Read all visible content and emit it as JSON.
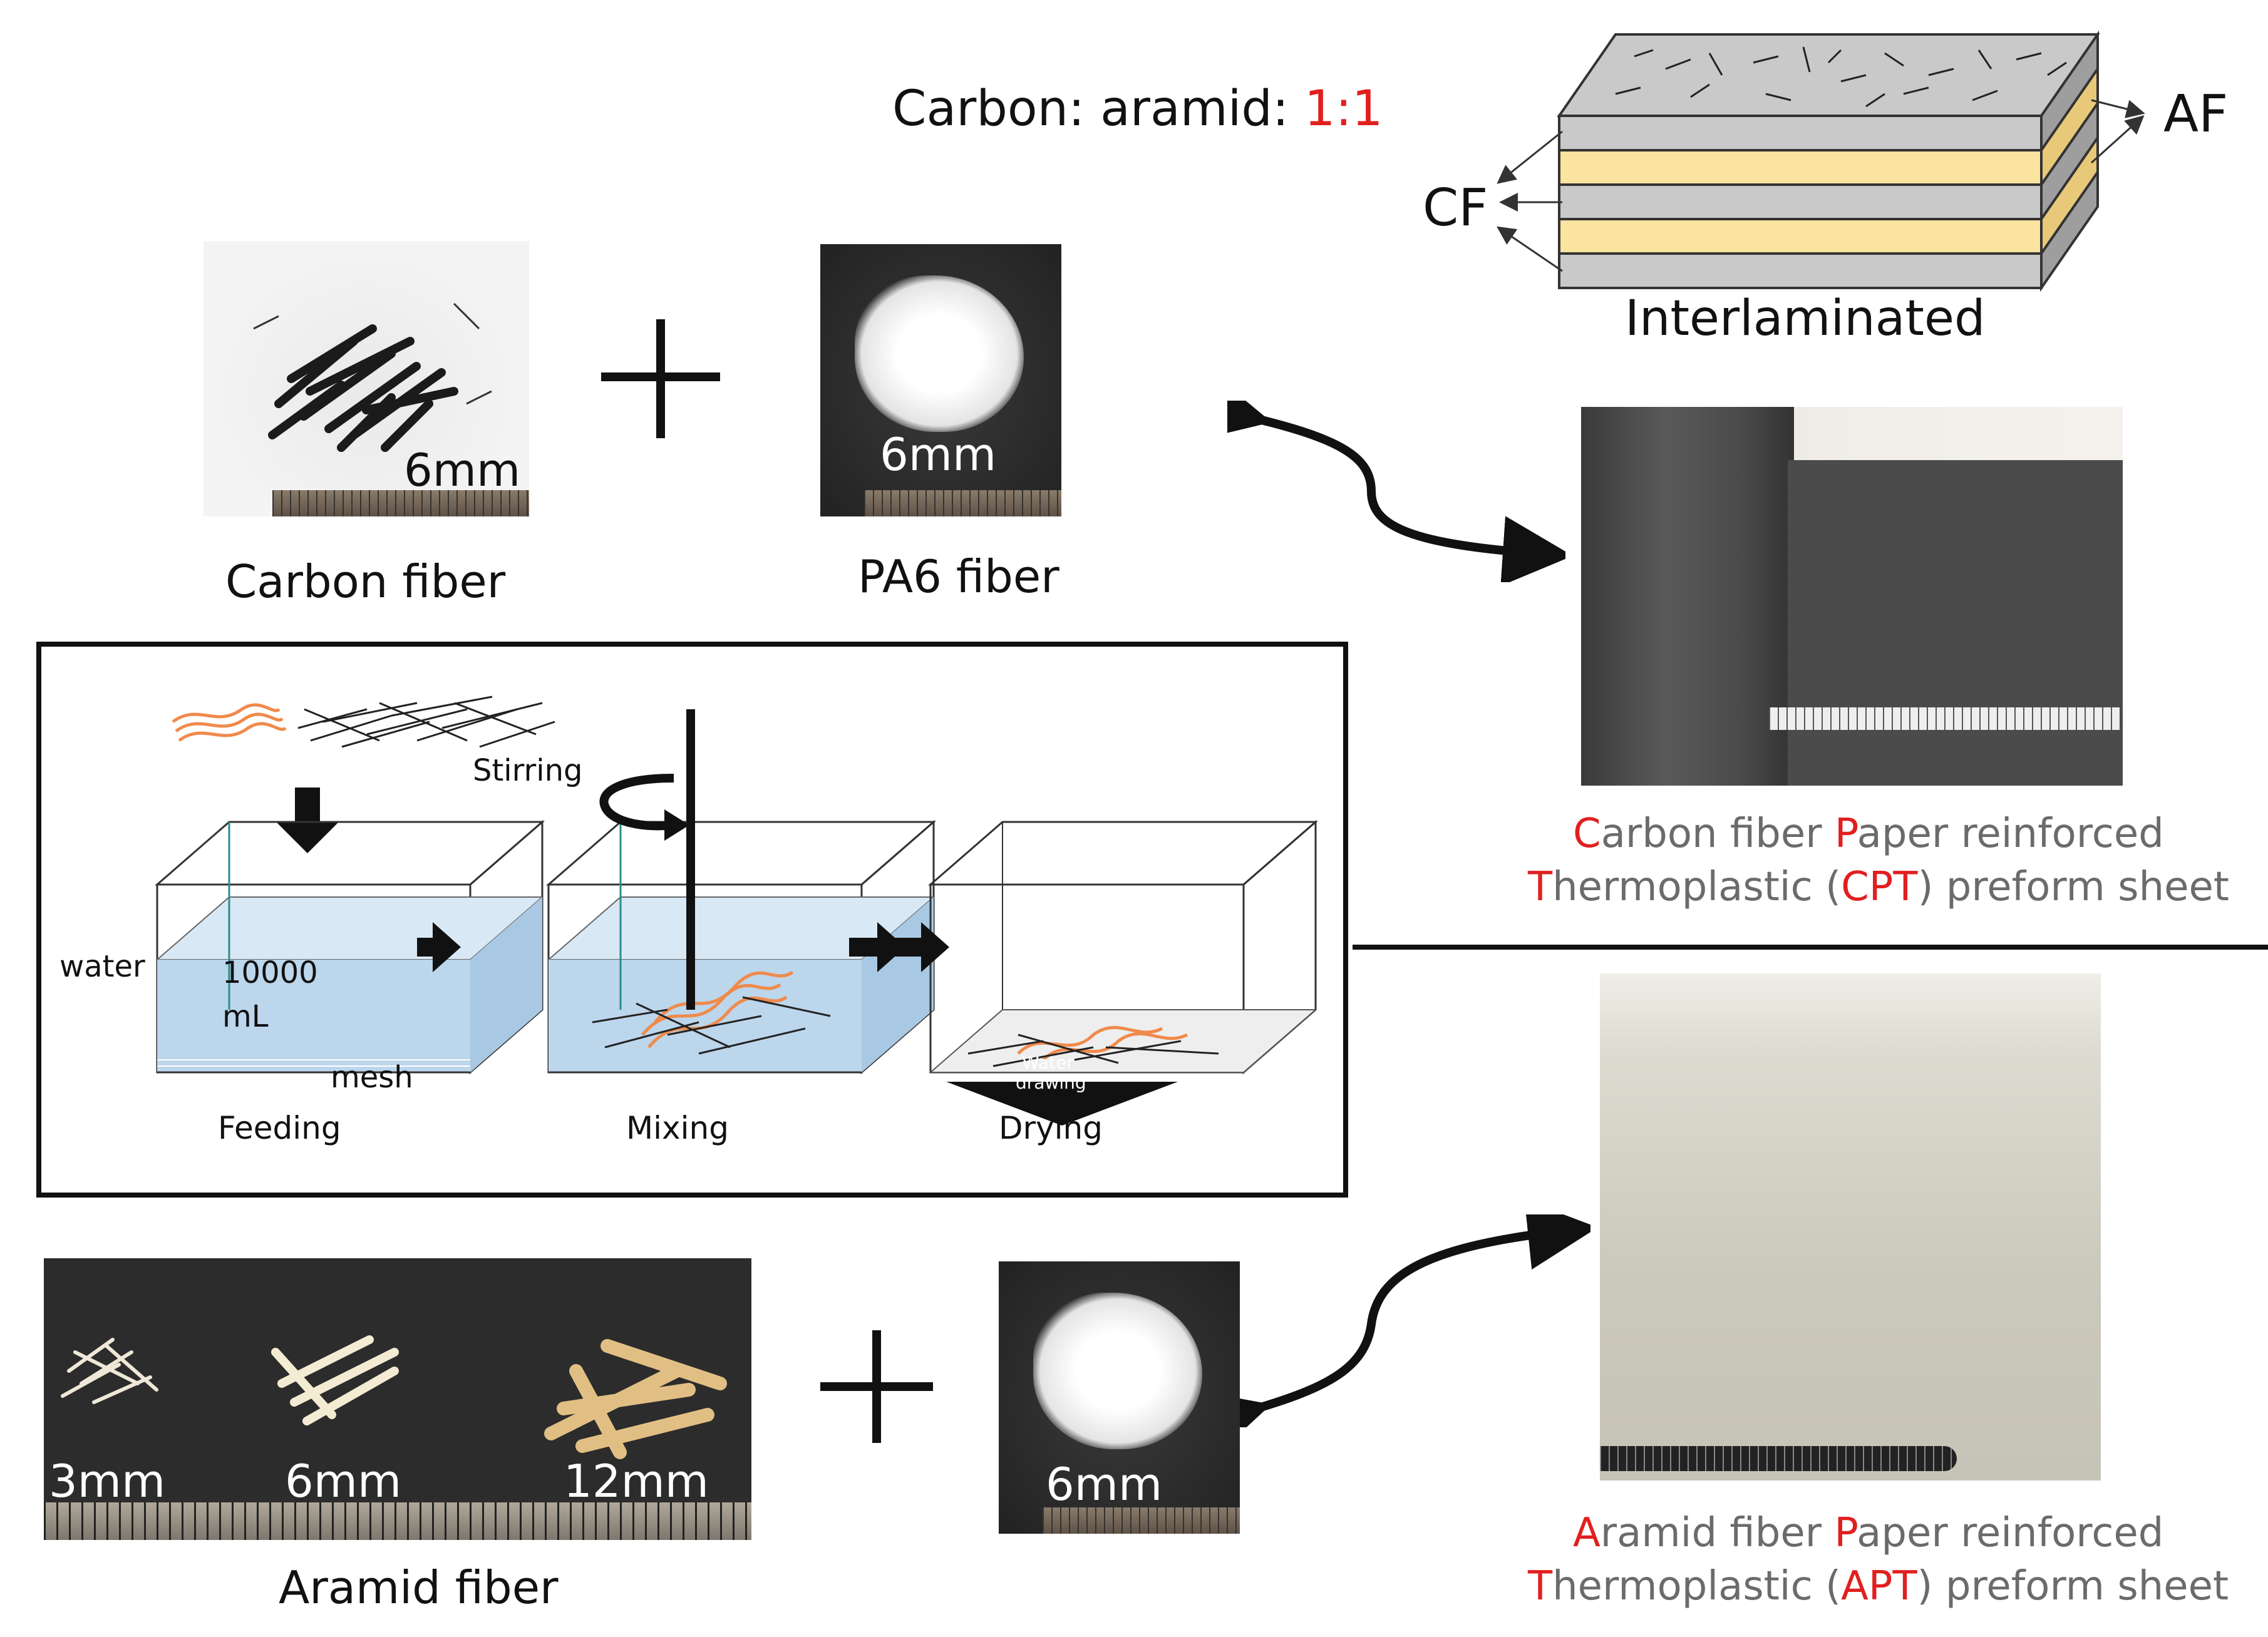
{
  "ratio": {
    "prefix": "Carbon: aramid: ",
    "value": "1:1"
  },
  "laminate": {
    "cf_label": "CF",
    "af_label": "AF",
    "caption": "Interlaminated"
  },
  "carbon_fiber": {
    "size": "6mm",
    "caption": "Carbon fiber"
  },
  "pa6_fiber": {
    "size": "6mm",
    "caption": "PA6 fiber"
  },
  "cpt_sheet": {
    "line1_letter1": "C",
    "line1_part1": "arbon fiber ",
    "line1_letter2": "P",
    "line1_part2": "aper reinforced",
    "line2_letter": "T",
    "line2_part1": "hermoplastic (",
    "line2_abbr": "CPT",
    "line2_part2": ") preform sheet"
  },
  "process": {
    "water_label": "water",
    "volume_line1": "10000",
    "volume_line2": "mL",
    "mesh_label": "mesh",
    "stirring_label": "Stirring",
    "water_drawing_line1": "Water",
    "water_drawing_line2": "drawing",
    "steps": [
      "Feeding",
      "Mixing",
      "Drying"
    ]
  },
  "aramid_fiber": {
    "sizes": [
      "3mm",
      "6mm",
      "12mm"
    ],
    "caption": "Aramid fiber"
  },
  "pa6_fiber_2": {
    "size": "6mm"
  },
  "apt_sheet": {
    "line1_letter1": "A",
    "line1_part1": "ramid fiber ",
    "line1_letter2": "P",
    "line1_part2": "aper reinforced",
    "line2_letter": "T",
    "line2_part1": "hermoplastic (",
    "line2_abbr": "APT",
    "line2_part2": ") preform sheet"
  },
  "colors": {
    "accent_red": "#e0201f",
    "orange_fiber": "#f08a4b",
    "water_blue": "#bcd6ec",
    "laminate_gray": "#cfcfcf",
    "laminate_yellow": "#fbe3a0"
  }
}
